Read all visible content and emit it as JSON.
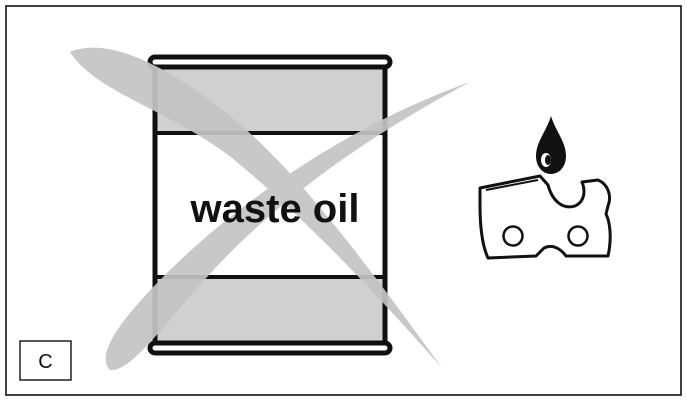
{
  "drum": {
    "label": "waste oil"
  },
  "panel": {
    "label": "C"
  },
  "colors": {
    "outline": "#111111",
    "drum_fill": "#d0d0d0",
    "cross_mark": "#c4c4c4",
    "background": "#ffffff"
  },
  "icons": {
    "drum": "oil-drum-icon",
    "prohibition": "cross-out-mark",
    "oil_drop": "oil-drop-icon",
    "chain_link": "saw-chain-link-icon"
  }
}
